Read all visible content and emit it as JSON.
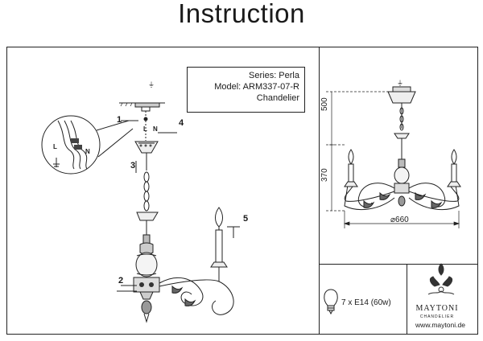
{
  "document": {
    "title": "Instruction"
  },
  "info": {
    "series": "Series: Perla",
    "model": "Model: ARM337-07-R",
    "type": "Chandelier"
  },
  "callouts": {
    "c1": "1",
    "c2": "2",
    "c3": "3",
    "c4": "4",
    "c5": "5"
  },
  "wiring_labels": {
    "l": "L",
    "n": "N",
    "earth": "⏚"
  },
  "dimensions": {
    "top": "500",
    "middle": "370",
    "width": "⌀660"
  },
  "bulbs": {
    "spec": "7 x E14 (60w)"
  },
  "brand": {
    "name": "MAYTONI",
    "subtitle": "CHANDELIER",
    "url": "www.maytoni.de"
  }
}
